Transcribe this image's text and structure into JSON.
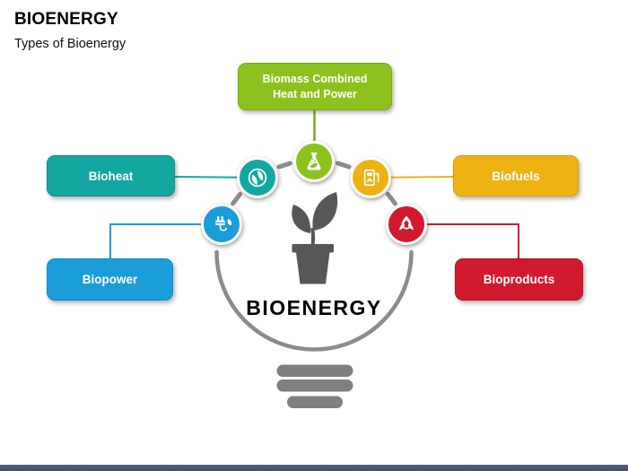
{
  "header": {
    "title": "BIOENERGY",
    "subtitle": "Types of Bioenergy"
  },
  "diagram": {
    "center_label": "BIOENERGY",
    "nodes": [
      {
        "id": "biomass-chp",
        "label": "Biomass Combined Heat and Power",
        "color": "#8CC21D",
        "icon": "flask-leaf-icon",
        "position": "top"
      },
      {
        "id": "bioheat",
        "label": "Bioheat",
        "color": "#14A7A1",
        "icon": "eco-flame-icon",
        "position": "upper-left"
      },
      {
        "id": "biofuels",
        "label": "Biofuels",
        "color": "#EFB213",
        "icon": "fuel-pump-leaf-icon",
        "position": "upper-right"
      },
      {
        "id": "biopower",
        "label": "Biopower",
        "color": "#1B9DD9",
        "icon": "plug-leaf-icon",
        "position": "lower-left"
      },
      {
        "id": "bioproducts",
        "label": "Bioproducts",
        "color": "#D11A2E",
        "icon": "bio-flame-icon",
        "position": "lower-right"
      }
    ],
    "lightbulb_color": "#8C8C8C",
    "plant_color": "#575757",
    "text_color": "#000000"
  },
  "footer": {
    "bar_color": "#42556B"
  }
}
